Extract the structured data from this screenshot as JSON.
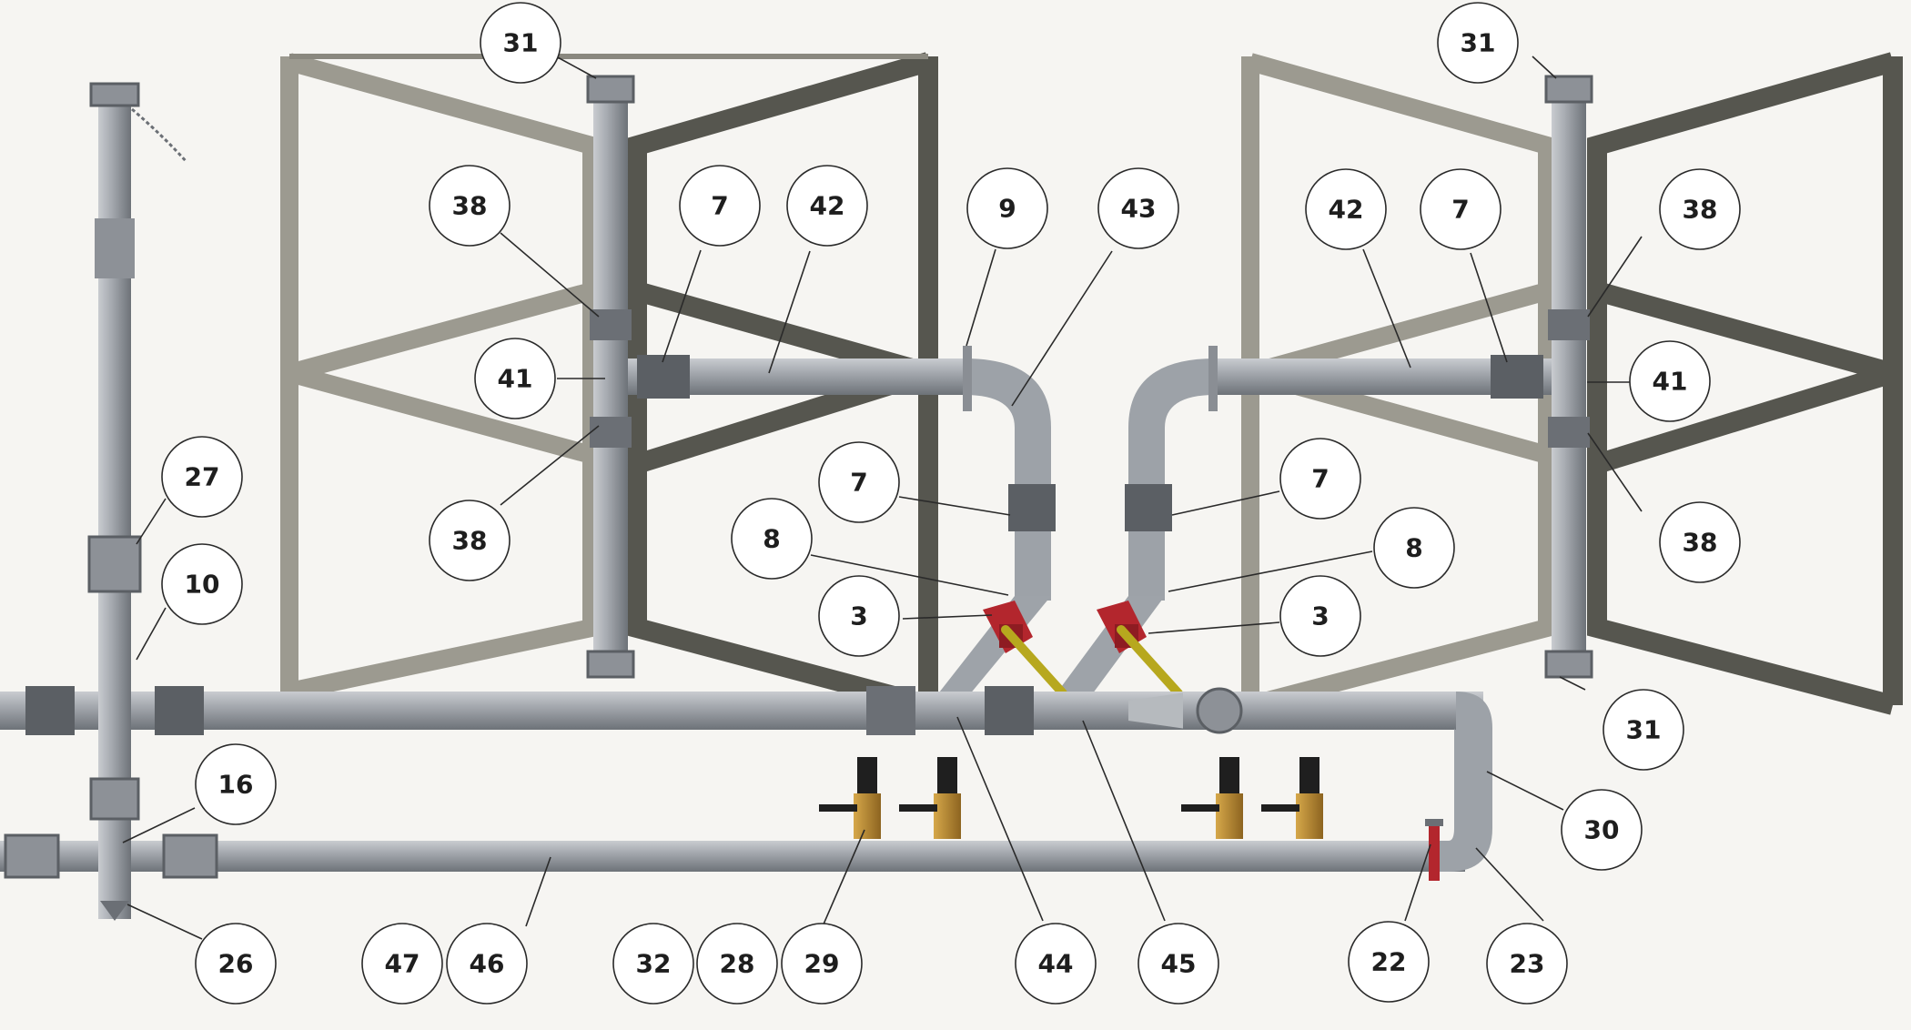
{
  "diagram": {
    "colors": {
      "background": "#f6f5f2",
      "frame_front": "#9c9a90",
      "frame_back": "#56564f",
      "pipe": "#9ea3a9",
      "pipe_dark": "#6f747a",
      "coupling": "#5b5f64",
      "valve_red": "#b3262d",
      "valve_handle": "#b7a81e",
      "brass": "#b88a37",
      "valve_cap": "#1f1f1f",
      "callout_stroke": "#2a2a2a"
    },
    "components": [
      {
        "id": "frame-left",
        "kind": "a-frame"
      },
      {
        "id": "frame-right",
        "kind": "a-frame"
      },
      {
        "id": "main-header",
        "kind": "pipe"
      },
      {
        "id": "return-line",
        "kind": "pipe"
      },
      {
        "id": "riser",
        "kind": "pipe"
      },
      {
        "id": "ball-valve-left",
        "kind": "valve"
      },
      {
        "id": "ball-valve-right",
        "kind": "valve"
      },
      {
        "id": "check-valve",
        "kind": "valve"
      },
      {
        "id": "gate-valves",
        "kind": "valve"
      }
    ],
    "callouts": [
      {
        "id": "c1",
        "label": "31"
      },
      {
        "id": "c2",
        "label": "38"
      },
      {
        "id": "c3",
        "label": "7"
      },
      {
        "id": "c4",
        "label": "42"
      },
      {
        "id": "c5",
        "label": "9"
      },
      {
        "id": "c6",
        "label": "43"
      },
      {
        "id": "c7",
        "label": "41"
      },
      {
        "id": "c8",
        "label": "38"
      },
      {
        "id": "c9",
        "label": "27"
      },
      {
        "id": "c10",
        "label": "10"
      },
      {
        "id": "c11",
        "label": "7"
      },
      {
        "id": "c12",
        "label": "8"
      },
      {
        "id": "c13",
        "label": "3"
      },
      {
        "id": "c14",
        "label": "16"
      },
      {
        "id": "c15",
        "label": "26"
      },
      {
        "id": "c16",
        "label": "47"
      },
      {
        "id": "c17",
        "label": "46"
      },
      {
        "id": "c18",
        "label": "32"
      },
      {
        "id": "c19",
        "label": "28"
      },
      {
        "id": "c20",
        "label": "29"
      },
      {
        "id": "c21",
        "label": "44"
      },
      {
        "id": "c22",
        "label": "45"
      },
      {
        "id": "c23",
        "label": "22"
      },
      {
        "id": "c24",
        "label": "23"
      },
      {
        "id": "c25",
        "label": "30"
      },
      {
        "id": "c26",
        "label": "31"
      },
      {
        "id": "c27",
        "label": "31"
      },
      {
        "id": "c28",
        "label": "42"
      },
      {
        "id": "c29",
        "label": "7"
      },
      {
        "id": "c30",
        "label": "38"
      },
      {
        "id": "c31",
        "label": "41"
      },
      {
        "id": "c32",
        "label": "38"
      },
      {
        "id": "c33",
        "label": "7"
      },
      {
        "id": "c34",
        "label": "8"
      },
      {
        "id": "c35",
        "label": "3"
      }
    ]
  }
}
